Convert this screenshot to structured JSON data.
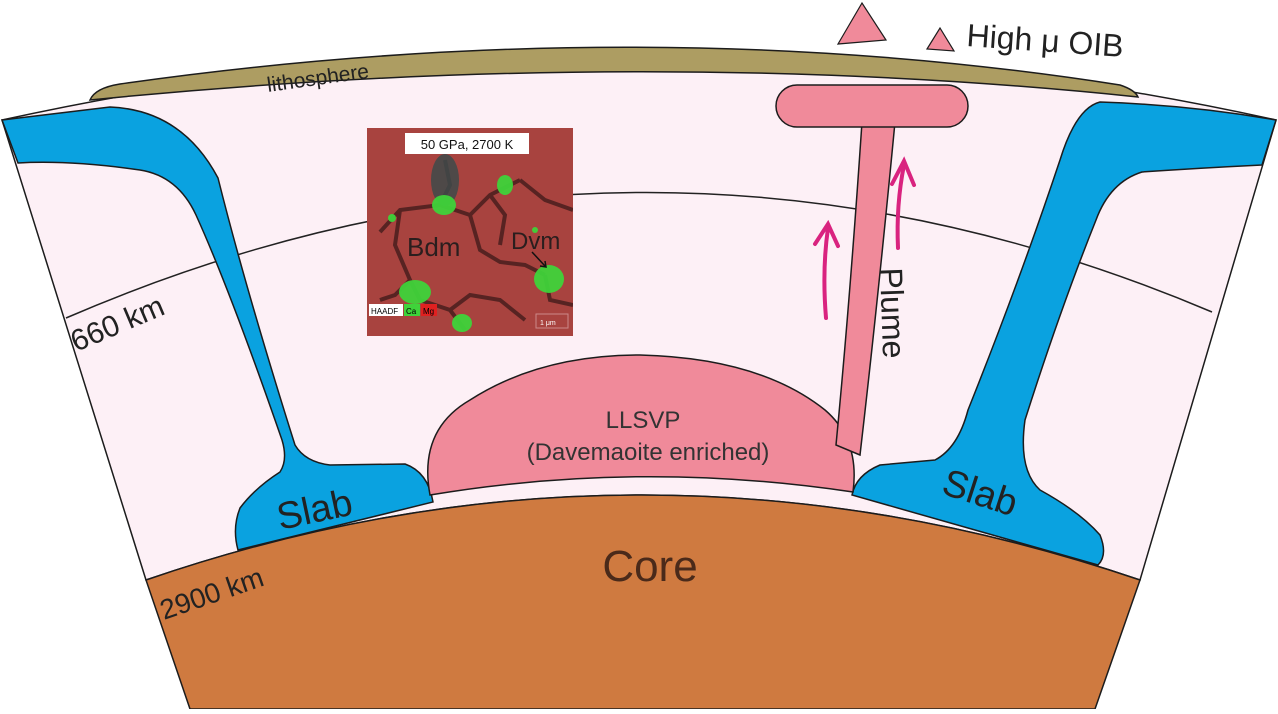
{
  "labels": {
    "lithosphere": "lithosphere",
    "ocean_island": "High μ OIB",
    "depth_660": "660 km",
    "depth_2900": "2900 km",
    "core": "Core",
    "slab_left": "Slab",
    "slab_right": "Slab",
    "plume": "Plume",
    "llsvp_title": "LLSVP",
    "llsvp_subtitle": "(Davemaoite enriched)"
  },
  "inset": {
    "condition": "50 GPa,  2700 K",
    "bdm_label": "Bdm",
    "dvm_label": "Dvm",
    "legend": [
      "HAADF",
      "Ca",
      "Mg"
    ],
    "scale_text": "1 μm"
  },
  "colors": {
    "mantle": "#fdf0f6",
    "lithosphere": "#ad9d62",
    "slab": "#0aa2e0",
    "llsvp": "#f08a9a",
    "core": "#cf7a40",
    "arrow": "#d9237f",
    "inset_bg": "#a8433f",
    "calcium_green": "#3fd33a"
  }
}
